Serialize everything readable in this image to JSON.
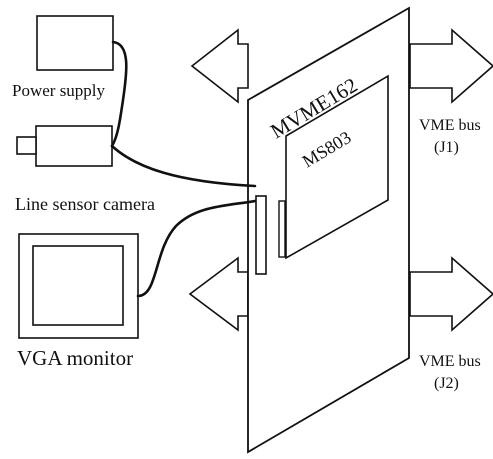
{
  "labels": {
    "power_supply": "Power supply",
    "line_sensor_camera": "Line sensor camera",
    "vga_monitor": "VGA monitor",
    "board": "MVME162",
    "module": "MS803",
    "bus_j1_name": "VME bus",
    "bus_j1_connector": "(J1)",
    "bus_j2_name": "VME bus",
    "bus_j2_connector": "(J2)"
  },
  "colors": {
    "stroke": "#111111",
    "fill": "#ffffff"
  }
}
